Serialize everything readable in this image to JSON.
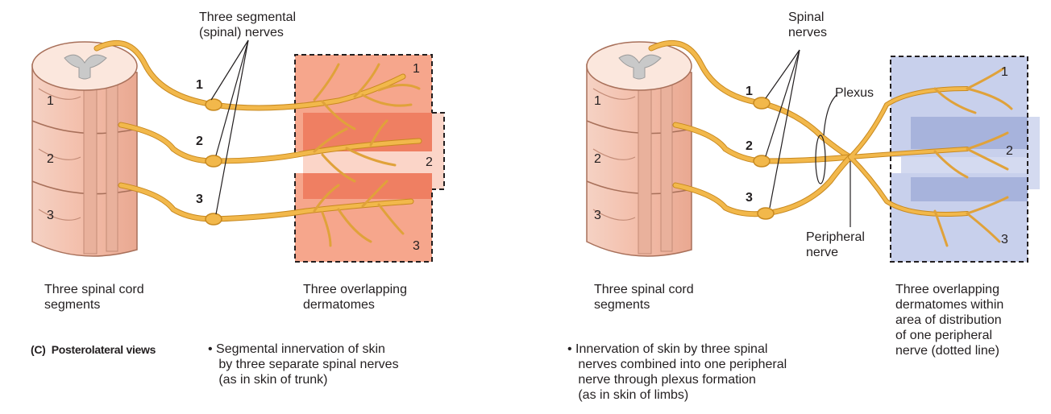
{
  "colors": {
    "nerve": "#f2b84b",
    "nerve_edge": "#c8891f",
    "cord_fill": "#f3c5b5",
    "cord_edge": "#a8705a",
    "gray_matter": "#c9c9c9",
    "dermatome_left": "#f08a6c",
    "dermatome_left_light": "#fbd5c8",
    "dermatome_right": "#aab6de",
    "dermatome_right_light": "#d4daf0",
    "text": "#231f20"
  },
  "left_panel": {
    "title": "Three segmental\n(spinal) nerves",
    "nerve_numbers": [
      "1",
      "2",
      "3"
    ],
    "cord_segments": [
      "1",
      "2",
      "3"
    ],
    "dermatome_numbers": [
      "1",
      "2",
      "3"
    ],
    "cord_caption": "Three spinal cord\nsegments",
    "dermatome_caption": "Three overlapping\ndermatomes",
    "bullet": "• Segmental innervation of skin\n   by three separate spinal nerves\n   (as in skin of trunk)"
  },
  "right_panel": {
    "title": "Spinal\nnerves",
    "plexus_label": "Plexus",
    "peripheral_label": "Peripheral\nnerve",
    "nerve_numbers": [
      "1",
      "2",
      "3"
    ],
    "cord_segments": [
      "1",
      "2",
      "3"
    ],
    "dermatome_numbers": [
      "1",
      "2",
      "3"
    ],
    "cord_caption": "Three spinal cord\nsegments",
    "dermatome_caption": "Three overlapping\ndermatomes within\narea of distribution\nof one peripheral\nnerve (dotted line)",
    "bullet": "• Innervation of skin by three spinal\n   nerves combined into one peripheral\n   nerve through plexus formation\n   (as in skin of limbs)"
  },
  "figure_label": "(C)  Posterolateral views"
}
